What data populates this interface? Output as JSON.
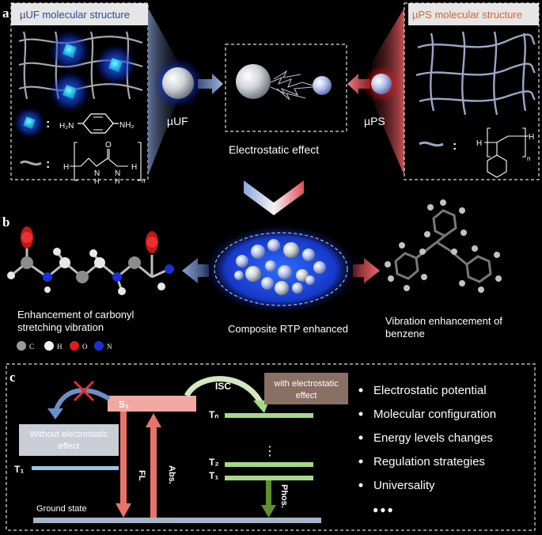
{
  "panel_a": {
    "label": "a",
    "uf_title": "µUF molecular structure",
    "ps_title": "µPS molecular structure",
    "uf_label": "µUF",
    "ps_label": "µPS",
    "center_caption": "Electrostatic effect",
    "amine_left": "H₂N",
    "amine_right": "NH₂",
    "urea_o": "O",
    "urea_h": "H",
    "urea_n1": "N",
    "urea_n2": "N",
    "urea_h2": "H",
    "urea_h3": "H",
    "urea_h4": "H",
    "urea_n": "n",
    "ps_h": "H",
    "ps_h2": "H",
    "ps_n": "n",
    "colon": ":"
  },
  "panel_b": {
    "label": "b",
    "left_caption_1": "Enhancement of carbonyl",
    "left_caption_2": "stretching vibration",
    "center_caption": "Composite RTP enhanced",
    "right_caption_1": "Vibration enhancement of",
    "right_caption_2": "benzene",
    "legend": [
      {
        "symbol": "C",
        "color": "#9a9a9a"
      },
      {
        "symbol": "H",
        "color": "#f2f2f2"
      },
      {
        "symbol": "O",
        "color": "#e01b1b"
      },
      {
        "symbol": "N",
        "color": "#1a2fd6"
      }
    ]
  },
  "panel_c": {
    "label": "c",
    "s1": "S₁",
    "isc": "ISC",
    "tn": "Tₙ",
    "t2": "T₂",
    "t1_right": "T₁",
    "t1_left": "T₁",
    "fl": "FL",
    "abs": "Abs.",
    "phos": "Phos.",
    "ground": "Ground state",
    "without_box": "Without electrostatic effect",
    "with_box": "with electrostatic effect",
    "dots": "⋮",
    "bullets": [
      "Electrostatic potential",
      "Molecular configuration",
      "Energy levels changes",
      "Regulation strategies",
      "Universality"
    ],
    "ellipsis": "●●●",
    "colors": {
      "s1": "#f0a9a0",
      "triplet": "#a6d88a",
      "t1_left": "#9bc3e6",
      "ground": "#a7b4c7",
      "arrow_red": "#e9736b",
      "arrow_green": "#5f8f2f"
    }
  }
}
